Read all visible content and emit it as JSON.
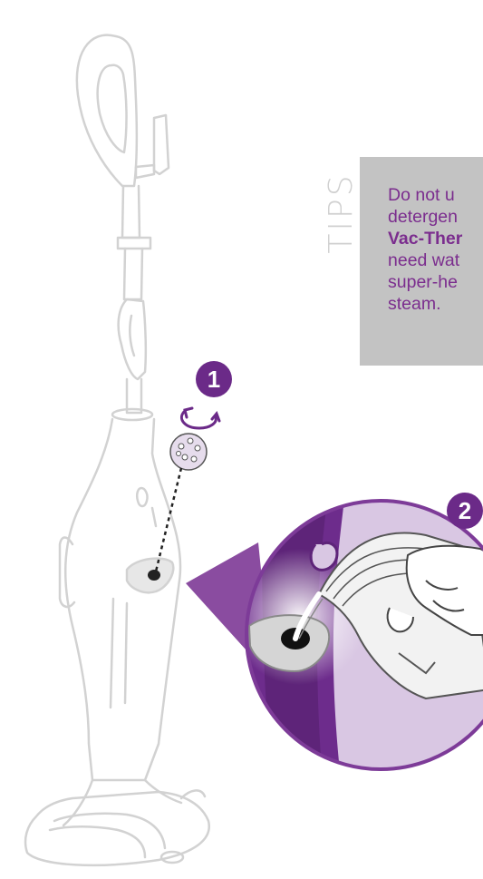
{
  "tips": {
    "heading": "TIPS",
    "line1": "Do not u",
    "line2": "detergen",
    "line3": "Vac-Ther",
    "line4": "need wat",
    "line5": "super-he",
    "line6": "steam."
  },
  "steps": {
    "step1": "1",
    "step2": "2"
  },
  "colors": {
    "accent_purple": "#6b2a88",
    "light_purple": "#d8c6e2",
    "tips_box": "#c3c3c3",
    "outline": "#cfcfcf"
  },
  "icons": {
    "rotate": "rotate-arrow-icon",
    "cap": "water-tank-cap-icon"
  }
}
